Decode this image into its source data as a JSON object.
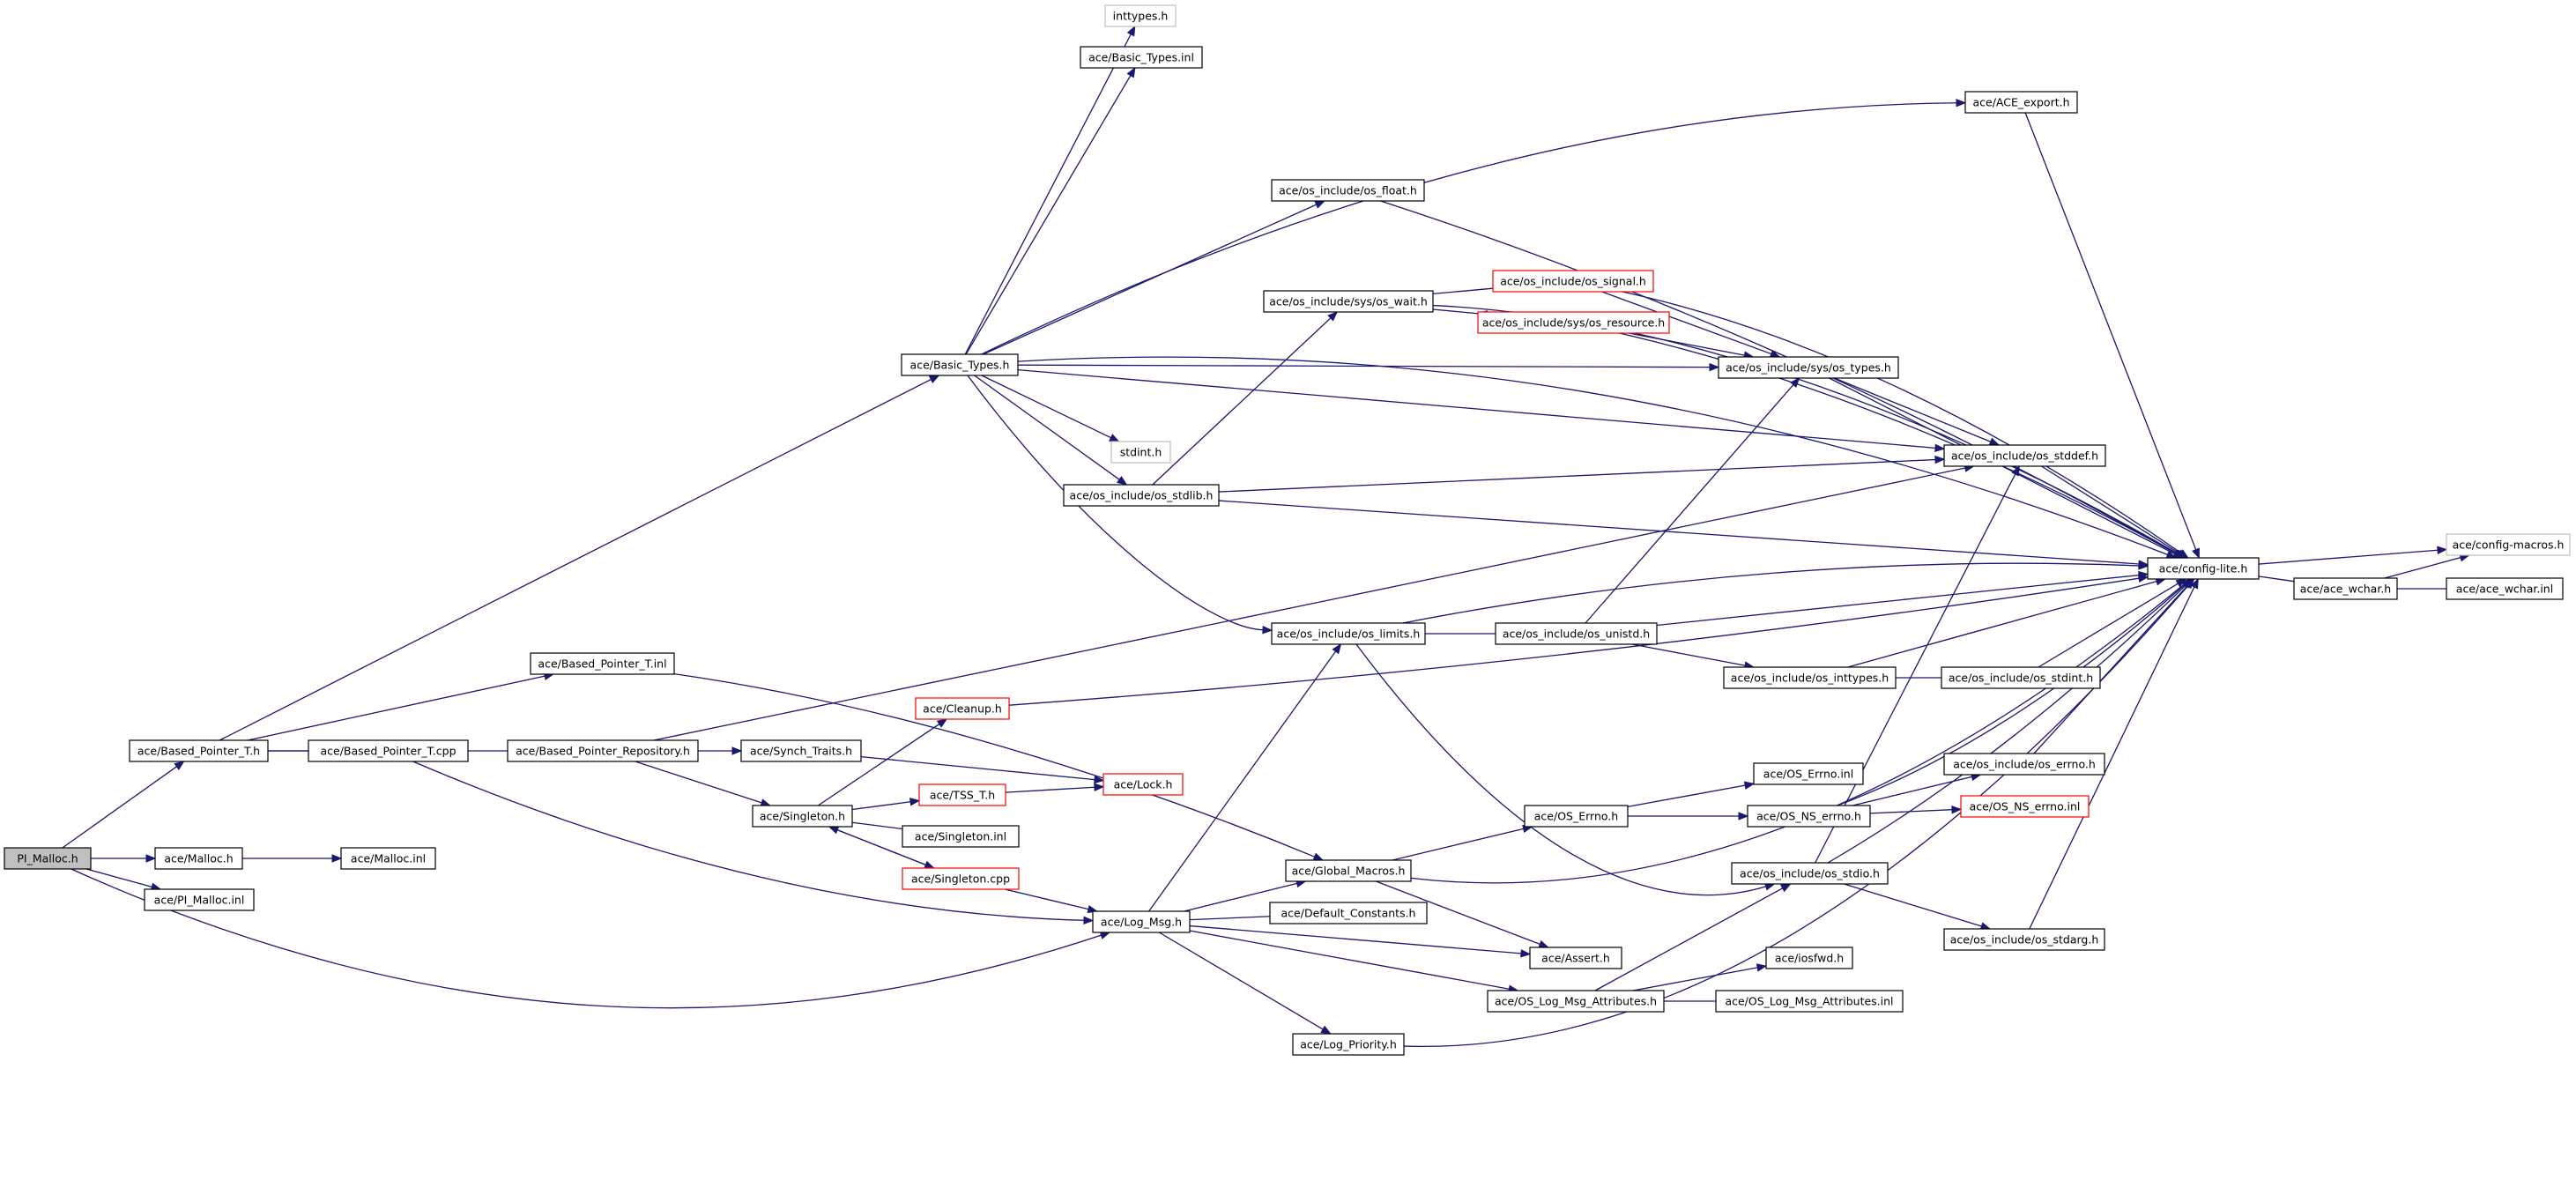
{
  "colors": {
    "edge": "#191970",
    "box_border_normal": "#000000",
    "box_border_truncated": "#ff0000",
    "box_border_external": "#bfbfbf",
    "root_fill": "#bfbfbf"
  },
  "nodes": [
    {
      "id": "pi_malloc_h",
      "label": "PI_Malloc.h",
      "style": "root"
    },
    {
      "id": "based_pointer_t_h",
      "label": "ace/Based_Pointer_T.h",
      "style": "normal"
    },
    {
      "id": "malloc_h",
      "label": "ace/Malloc.h",
      "style": "normal"
    },
    {
      "id": "pi_malloc_inl",
      "label": "ace/PI_Malloc.inl",
      "style": "normal"
    },
    {
      "id": "malloc_inl",
      "label": "ace/Malloc.inl",
      "style": "normal"
    },
    {
      "id": "based_pointer_t_cpp",
      "label": "ace/Based_Pointer_T.cpp",
      "style": "normal"
    },
    {
      "id": "based_pointer_t_inl",
      "label": "ace/Based_Pointer_T.inl",
      "style": "normal"
    },
    {
      "id": "basic_types_h",
      "label": "ace/Basic_Types.h",
      "style": "normal"
    },
    {
      "id": "based_pointer_repository_h",
      "label": "ace/Based_Pointer_Repository.h",
      "style": "normal"
    },
    {
      "id": "synch_traits_h",
      "label": "ace/Synch_Traits.h",
      "style": "normal"
    },
    {
      "id": "singleton_h",
      "label": "ace/Singleton.h",
      "style": "normal"
    },
    {
      "id": "cleanup_h",
      "label": "ace/Cleanup.h",
      "style": "truncated"
    },
    {
      "id": "tss_t_h",
      "label": "ace/TSS_T.h",
      "style": "truncated"
    },
    {
      "id": "singleton_inl",
      "label": "ace/Singleton.inl",
      "style": "normal"
    },
    {
      "id": "singleton_cpp",
      "label": "ace/Singleton.cpp",
      "style": "truncated"
    },
    {
      "id": "lock_h",
      "label": "ace/Lock.h",
      "style": "truncated"
    },
    {
      "id": "log_msg_h",
      "label": "ace/Log_Msg.h",
      "style": "normal"
    },
    {
      "id": "inttypes_h",
      "label": "inttypes.h",
      "style": "external"
    },
    {
      "id": "basic_types_inl",
      "label": "ace/Basic_Types.inl",
      "style": "normal"
    },
    {
      "id": "stdint_h",
      "label": "stdint.h",
      "style": "external"
    },
    {
      "id": "os_stdlib_h",
      "label": "ace/os_include/os_stdlib.h",
      "style": "normal"
    },
    {
      "id": "os_float_h",
      "label": "ace/os_include/os_float.h",
      "style": "normal"
    },
    {
      "id": "os_wait_h",
      "label": "ace/os_include/sys/os_wait.h",
      "style": "normal"
    },
    {
      "id": "os_signal_h",
      "label": "ace/os_include/os_signal.h",
      "style": "truncated"
    },
    {
      "id": "os_resource_h",
      "label": "ace/os_include/sys/os_resource.h",
      "style": "truncated"
    },
    {
      "id": "os_types_h",
      "label": "ace/os_include/sys/os_types.h",
      "style": "normal"
    },
    {
      "id": "ace_export_h",
      "label": "ace/ACE_export.h",
      "style": "normal"
    },
    {
      "id": "os_stddef_h",
      "label": "ace/os_include/os_stddef.h",
      "style": "normal"
    },
    {
      "id": "config_lite_h",
      "label": "ace/config-lite.h",
      "style": "normal"
    },
    {
      "id": "config_macros_h",
      "label": "ace/config-macros.h",
      "style": "external"
    },
    {
      "id": "ace_wchar_h",
      "label": "ace/ace_wchar.h",
      "style": "normal"
    },
    {
      "id": "ace_wchar_inl",
      "label": "ace/ace_wchar.inl",
      "style": "normal"
    },
    {
      "id": "os_limits_h",
      "label": "ace/os_include/os_limits.h",
      "style": "normal"
    },
    {
      "id": "os_unistd_h",
      "label": "ace/os_include/os_unistd.h",
      "style": "normal"
    },
    {
      "id": "os_inttypes_h",
      "label": "ace/os_include/os_inttypes.h",
      "style": "normal"
    },
    {
      "id": "os_stdint_h",
      "label": "ace/os_include/os_stdint.h",
      "style": "normal"
    },
    {
      "id": "global_macros_h",
      "label": "ace/Global_Macros.h",
      "style": "normal"
    },
    {
      "id": "default_constants_h",
      "label": "ace/Default_Constants.h",
      "style": "normal"
    },
    {
      "id": "os_errno_h_main",
      "label": "ace/OS_Errno.h",
      "style": "normal"
    },
    {
      "id": "os_errno_inl",
      "label": "ace/OS_Errno.inl",
      "style": "normal"
    },
    {
      "id": "os_ns_errno_h",
      "label": "ace/OS_NS_errno.h",
      "style": "normal"
    },
    {
      "id": "os_include_errno_h",
      "label": "ace/os_include/os_errno.h",
      "style": "normal"
    },
    {
      "id": "os_ns_errno_inl",
      "label": "ace/OS_NS_errno.inl",
      "style": "truncated"
    },
    {
      "id": "os_stdio_h",
      "label": "ace/os_include/os_stdio.h",
      "style": "normal"
    },
    {
      "id": "os_stdarg_h",
      "label": "ace/os_include/os_stdarg.h",
      "style": "normal"
    },
    {
      "id": "assert_h",
      "label": "ace/Assert.h",
      "style": "normal"
    },
    {
      "id": "iosfwd_h",
      "label": "ace/iosfwd.h",
      "style": "normal"
    },
    {
      "id": "os_log_msg_attributes_h",
      "label": "ace/OS_Log_Msg_Attributes.h",
      "style": "normal"
    },
    {
      "id": "os_log_msg_attributes_inl",
      "label": "ace/OS_Log_Msg_Attributes.inl",
      "style": "normal"
    },
    {
      "id": "log_priority_h",
      "label": "ace/Log_Priority.h",
      "style": "normal"
    }
  ],
  "edges": [
    {
      "from": "pi_malloc_h",
      "to": "based_pointer_t_h"
    },
    {
      "from": "pi_malloc_h",
      "to": "malloc_h"
    },
    {
      "from": "pi_malloc_h",
      "to": "pi_malloc_inl"
    },
    {
      "from": "pi_malloc_h",
      "to": "log_msg_h"
    },
    {
      "from": "malloc_h",
      "to": "malloc_inl"
    },
    {
      "from": "based_pointer_t_h",
      "to": "basic_types_h"
    },
    {
      "from": "based_pointer_t_h",
      "to": "based_pointer_t_cpp"
    },
    {
      "from": "based_pointer_t_cpp",
      "to": "based_pointer_t_h"
    },
    {
      "from": "based_pointer_t_h",
      "to": "based_pointer_t_inl"
    },
    {
      "from": "based_pointer_t_cpp",
      "to": "based_pointer_repository_h"
    },
    {
      "from": "based_pointer_t_cpp",
      "to": "log_msg_h"
    },
    {
      "from": "based_pointer_t_inl",
      "to": "global_macros_h"
    },
    {
      "from": "based_pointer_repository_h",
      "to": "synch_traits_h"
    },
    {
      "from": "based_pointer_repository_h",
      "to": "singleton_h"
    },
    {
      "from": "based_pointer_repository_h",
      "to": "os_stddef_h"
    },
    {
      "from": "synch_traits_h",
      "to": "lock_h"
    },
    {
      "from": "singleton_h",
      "to": "cleanup_h"
    },
    {
      "from": "singleton_h",
      "to": "tss_t_h"
    },
    {
      "from": "singleton_h",
      "to": "singleton_inl"
    },
    {
      "from": "singleton_h",
      "to": "singleton_cpp"
    },
    {
      "from": "singleton_cpp",
      "to": "singleton_h"
    },
    {
      "from": "singleton_cpp",
      "to": "log_msg_h"
    },
    {
      "from": "tss_t_h",
      "to": "lock_h"
    },
    {
      "from": "cleanup_h",
      "to": "config_lite_h"
    },
    {
      "from": "basic_types_h",
      "to": "inttypes_h"
    },
    {
      "from": "basic_types_h",
      "to": "basic_types_inl"
    },
    {
      "from": "basic_types_h",
      "to": "ace_export_h"
    },
    {
      "from": "basic_types_h",
      "to": "config_lite_h"
    },
    {
      "from": "basic_types_h",
      "to": "os_float_h"
    },
    {
      "from": "basic_types_h",
      "to": "os_types_h"
    },
    {
      "from": "basic_types_h",
      "to": "os_stddef_h"
    },
    {
      "from": "basic_types_h",
      "to": "stdint_h"
    },
    {
      "from": "basic_types_h",
      "to": "os_stdlib_h"
    },
    {
      "from": "basic_types_h",
      "to": "os_limits_h"
    },
    {
      "from": "ace_export_h",
      "to": "config_lite_h"
    },
    {
      "from": "os_float_h",
      "to": "config_lite_h"
    },
    {
      "from": "os_stdlib_h",
      "to": "os_wait_h"
    },
    {
      "from": "os_stdlib_h",
      "to": "os_stddef_h"
    },
    {
      "from": "os_stdlib_h",
      "to": "config_lite_h"
    },
    {
      "from": "os_wait_h",
      "to": "os_signal_h"
    },
    {
      "from": "os_wait_h",
      "to": "os_resource_h"
    },
    {
      "from": "os_wait_h",
      "to": "config_lite_h"
    },
    {
      "from": "os_signal_h",
      "to": "os_types_h"
    },
    {
      "from": "os_signal_h",
      "to": "config_lite_h"
    },
    {
      "from": "os_resource_h",
      "to": "os_types_h"
    },
    {
      "from": "os_resource_h",
      "to": "config_lite_h"
    },
    {
      "from": "os_types_h",
      "to": "os_stddef_h"
    },
    {
      "from": "os_types_h",
      "to": "config_lite_h"
    },
    {
      "from": "os_stddef_h",
      "to": "config_lite_h"
    },
    {
      "from": "config_lite_h",
      "to": "config_macros_h"
    },
    {
      "from": "config_lite_h",
      "to": "ace_wchar_h"
    },
    {
      "from": "ace_wchar_h",
      "to": "config_macros_h"
    },
    {
      "from": "ace_wchar_h",
      "to": "ace_wchar_inl"
    },
    {
      "from": "os_limits_h",
      "to": "os_unistd_h"
    },
    {
      "from": "os_limits_h",
      "to": "config_lite_h"
    },
    {
      "from": "os_limits_h",
      "to": "os_stdio_h"
    },
    {
      "from": "os_unistd_h",
      "to": "os_types_h"
    },
    {
      "from": "os_unistd_h",
      "to": "config_lite_h"
    },
    {
      "from": "os_unistd_h",
      "to": "os_inttypes_h"
    },
    {
      "from": "os_inttypes_h",
      "to": "os_stdint_h"
    },
    {
      "from": "os_inttypes_h",
      "to": "config_lite_h"
    },
    {
      "from": "os_stdint_h",
      "to": "config_lite_h"
    },
    {
      "from": "log_msg_h",
      "to": "os_limits_h"
    },
    {
      "from": "log_msg_h",
      "to": "global_macros_h"
    },
    {
      "from": "log_msg_h",
      "to": "default_constants_h"
    },
    {
      "from": "log_msg_h",
      "to": "assert_h"
    },
    {
      "from": "log_msg_h",
      "to": "os_log_msg_attributes_h"
    },
    {
      "from": "log_msg_h",
      "to": "log_priority_h"
    },
    {
      "from": "global_macros_h",
      "to": "os_errno_h_main"
    },
    {
      "from": "global_macros_h",
      "to": "assert_h"
    },
    {
      "from": "global_macros_h",
      "to": "config_lite_h"
    },
    {
      "from": "os_errno_h_main",
      "to": "os_errno_inl"
    },
    {
      "from": "os_errno_h_main",
      "to": "os_ns_errno_h"
    },
    {
      "from": "os_ns_errno_h",
      "to": "os_include_errno_h"
    },
    {
      "from": "os_ns_errno_h",
      "to": "os_ns_errno_inl"
    },
    {
      "from": "os_ns_errno_h",
      "to": "config_lite_h"
    },
    {
      "from": "os_include_errno_h",
      "to": "config_lite_h"
    },
    {
      "from": "os_stdio_h",
      "to": "os_stddef_h"
    },
    {
      "from": "os_stdio_h",
      "to": "os_stdarg_h"
    },
    {
      "from": "os_stdio_h",
      "to": "config_lite_h"
    },
    {
      "from": "os_stdarg_h",
      "to": "config_lite_h"
    },
    {
      "from": "os_log_msg_attributes_h",
      "to": "os_stdio_h"
    },
    {
      "from": "os_log_msg_attributes_h",
      "to": "iosfwd_h"
    },
    {
      "from": "os_log_msg_attributes_h",
      "to": "os_log_msg_attributes_inl"
    },
    {
      "from": "log_priority_h",
      "to": "config_lite_h"
    }
  ]
}
